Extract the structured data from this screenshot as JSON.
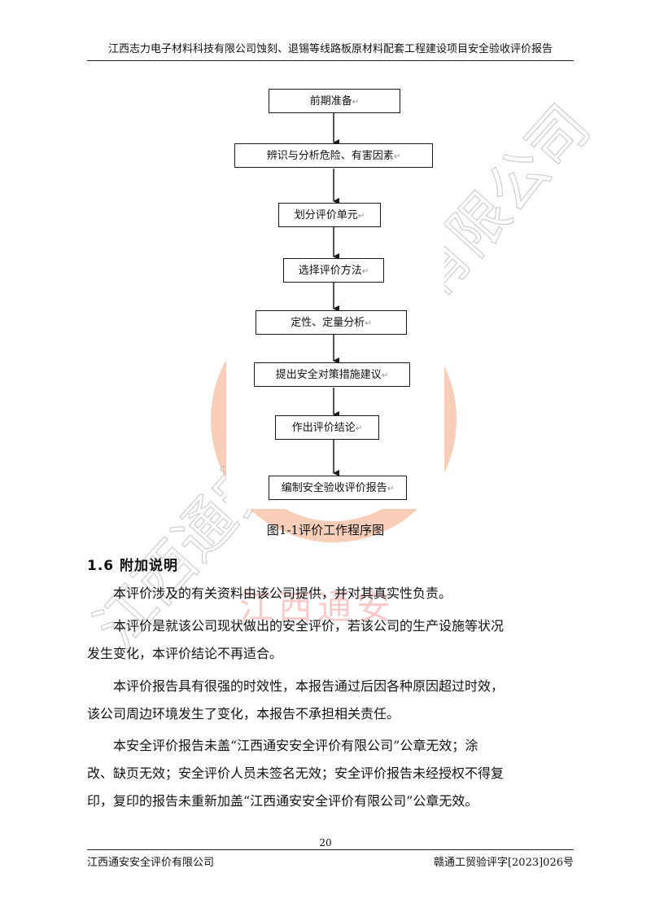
{
  "header": {
    "title": "江西志力电子材料科技有限公司蚀刻、退锡等线路板原材料配套工程建设项目安全验收评价报告"
  },
  "flowchart": {
    "steps": [
      "前期准备",
      "辨识与分析危险、有害因素",
      "划分评价单元",
      "选择评价方法",
      "定性、定量分析",
      "提出安全对策措施建议",
      "作出评价结论",
      "编制安全验收评价报告"
    ],
    "paragraph_mark": "↵",
    "caption": "图1-1评价工作程序图"
  },
  "section": {
    "number": "1.6",
    "title": "附加说明"
  },
  "paragraphs": [
    {
      "lines": [
        "本评价涉及的有关资料由该公司提供，并对其真实性负责。"
      ]
    },
    {
      "lines": [
        "本评价是就该公司现状做出的安全评价，若该公司的生产设施等状况",
        "发生变化，本评价结论不再适合。"
      ]
    },
    {
      "lines": [
        "本评价报告具有很强的时效性，本报告通过后因各种原因超过时效，",
        "该公司周边环境发生了变化，本报告不承担相关责任。"
      ]
    },
    {
      "lines": [
        "本安全评价报告未盖“江西通安安全评价有限公司”公章无效；涂",
        "改、缺页无效；安全评价人员未签名无效；安全评价报告未经授权不得复",
        "印，复印的报告未重新加盖“江西通安安全评价有限公司”公章无效。"
      ]
    }
  ],
  "watermark": {
    "diagonal_text": "江西通安安全评价有限公司",
    "seal_text": "江西通安",
    "seal_color": "#f08a5d",
    "text_color": "#c8c8c8"
  },
  "footer": {
    "page_number": "20",
    "company": "江西通安安全评价有限公司",
    "doc_number": "赣通工贸验评字[2023]026号"
  }
}
